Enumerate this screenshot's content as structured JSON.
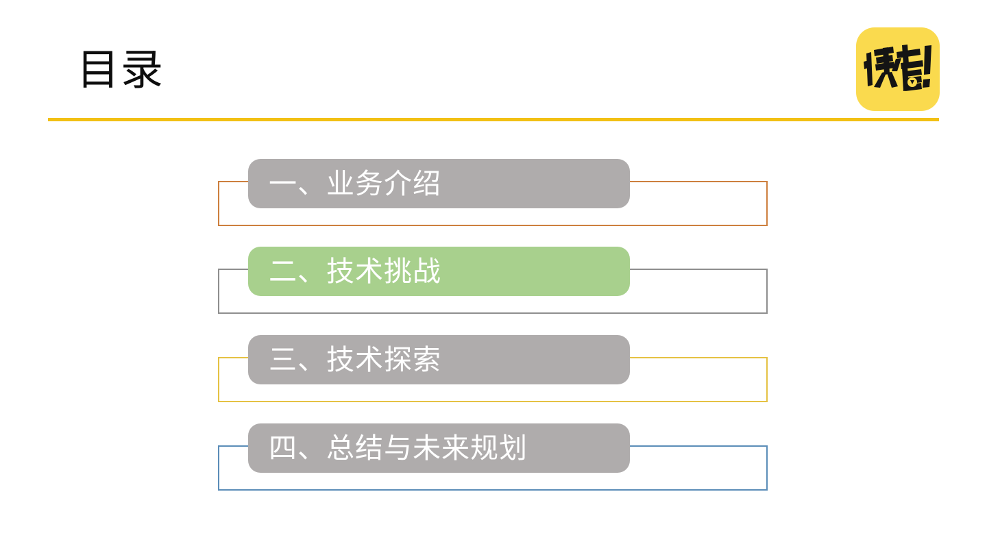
{
  "slide": {
    "title": "目录",
    "background_color": "#ffffff",
    "rule_color": "#f2c014"
  },
  "logo": {
    "name": "kuaikan-logo",
    "text": "快看!",
    "background_color": "#fada4e",
    "mark_color": "#1a1a1a"
  },
  "agenda": {
    "items": [
      {
        "label": "一、业务介绍",
        "pill_color": "#afacac",
        "frame_color": "#cd7f3e",
        "text_color": "#ffffff",
        "active": "false"
      },
      {
        "label": "二、技术挑战",
        "pill_color": "#a8d08d",
        "frame_color": "#8e8e8e",
        "text_color": "#ffffff",
        "active": "true"
      },
      {
        "label": "三、技术探索",
        "pill_color": "#afacac",
        "frame_color": "#e5c243",
        "text_color": "#ffffff",
        "active": "false"
      },
      {
        "label": "四、总结与未来规划",
        "pill_color": "#afacac",
        "frame_color": "#5b8db8",
        "text_color": "#ffffff",
        "active": "false"
      }
    ]
  }
}
